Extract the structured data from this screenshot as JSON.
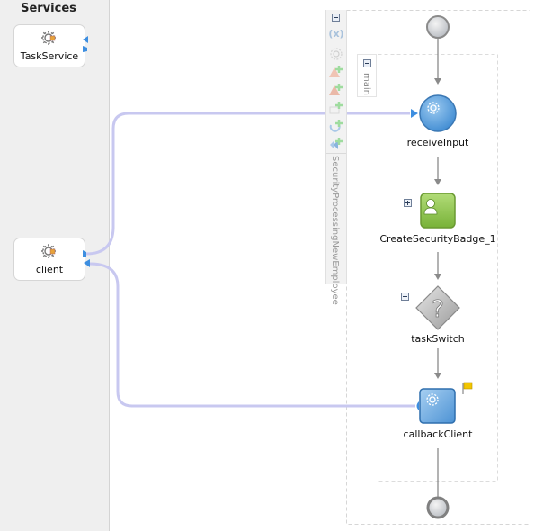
{
  "left_pane": {
    "title": "Services",
    "services": [
      {
        "label": "TaskService",
        "icon": "gear-service-icon"
      },
      {
        "label": "client",
        "icon": "gear-service-icon"
      }
    ]
  },
  "process": {
    "name": "SecurityProcessingNewEmployee",
    "scope_tab_label": "main",
    "palette_icons": [
      "variables-icon",
      "gear-icon",
      "add-fault-icon",
      "add-catch-icon",
      "add-envelope-icon",
      "add-timer-icon",
      "add-flow-icon"
    ],
    "variables_glyph": "(x)",
    "nodes": [
      {
        "id": "start",
        "type": "start-event"
      },
      {
        "id": "receiveInput",
        "label": "receiveInput",
        "type": "receive"
      },
      {
        "id": "createSecurityBadge",
        "label": "CreateSecurityBadge_1",
        "type": "human-task"
      },
      {
        "id": "taskSwitch",
        "label": "taskSwitch",
        "type": "switch"
      },
      {
        "id": "callbackClient",
        "label": "callbackClient",
        "type": "invoke"
      },
      {
        "id": "end",
        "type": "end-event"
      }
    ]
  },
  "colors": {
    "wire": "#c8c8f0",
    "port": "#3d8ee0",
    "receive_fill": "#5aa0dc",
    "human_fill": "#8cc04a",
    "switch_fill": "#bdbdbd",
    "flag": "#f2c500"
  }
}
